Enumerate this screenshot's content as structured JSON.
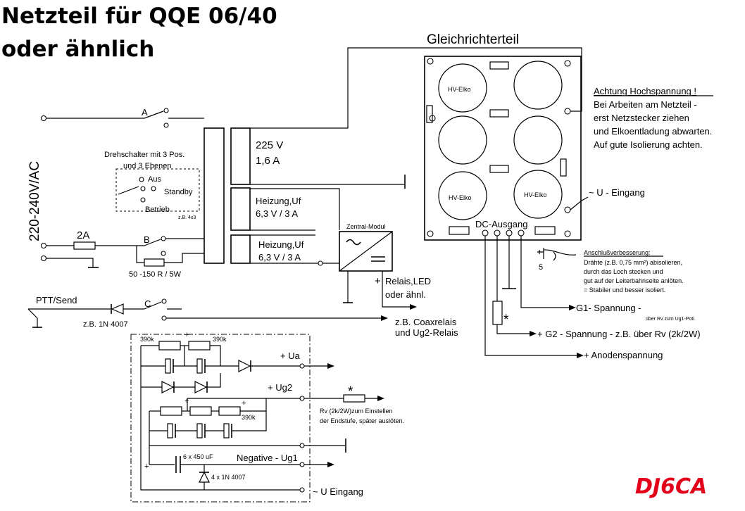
{
  "title_line1": "Netzteil für  QQE 06/40",
  "title_line2": "oder ähnlich",
  "rectifier": {
    "title": "Gleichrichterteil",
    "elko_labels": [
      "HV-Elko",
      "HV-Elko",
      "HV-Elko"
    ],
    "dc_out": "DC-Ausgang"
  },
  "warning": {
    "heading": "Achtung Hochspannung !",
    "lines": [
      "Bei Arbeiten am Netzteil -",
      "erst Netzstecker ziehen",
      "und Elkoentladung abwarten.",
      "Auf gute Isolierung achten."
    ]
  },
  "u_input": "~   U - Eingang",
  "mains": "220-240V/AC",
  "transformer": {
    "hv_voltage": "225 V",
    "hv_current": "1,6 A",
    "heater1_name": "Heizung,Uf",
    "heater1_rating": "6,3 V / 3 A",
    "heater2_name": "Heizung,Uf",
    "heater2_rating": "6,3 V / 3 A"
  },
  "switch": {
    "desc1": "Drehschalter mit 3 Pos.",
    "desc2": "und 3 Ebenen",
    "aus": "Aus",
    "standby": "Standby",
    "betrieb": "Betrieb",
    "example": "z.B. 4x3",
    "label_a": "A",
    "label_b": "B",
    "label_c": "C"
  },
  "fuse": "2A",
  "resistor": "50 -150 R / 5W",
  "zentral": {
    "title": "Zentral-Modul",
    "plus": "+",
    "out1": "Relais,LED",
    "out2": "oder ähnl."
  },
  "ptt": {
    "label": "PTT/Send",
    "diode": "z.B.   1N 4007",
    "out1": "z.B. Coaxrelais",
    "out2": "und Ug2-Relais"
  },
  "connection": {
    "heading": "Anschlußverbesserung:",
    "lines": [
      "Drähte (z.B. 0,75 mm²) abisolieren,",
      "durch das Loch stecken und",
      "gut auf der Leiterbahnseite anlöten.",
      "= Stabiler und besser isoliert."
    ],
    "mark": "5"
  },
  "outputs": {
    "g1": "G1- Spannung -",
    "g1_note": "über Rv zum Ug1-Poti.",
    "g2": "+ G2 - Spannung - z.B. über Rv (2k/2W)",
    "anode": "+  Anodenspannung",
    "star": "*"
  },
  "board": {
    "r1": "390k",
    "r2": "390k",
    "r3": "390k",
    "ua": "+ Ua",
    "ug2": "+ Ug2",
    "plus": "+",
    "cap": "6 x  450 uF",
    "diodes": "4 x  1N 4007",
    "neg": "Negative - Ug1",
    "uin": "~ U Eingang",
    "rv1": "Rv (2k/2W)zum Einstellen",
    "rv2": "der Endstufe, später auslöten.",
    "star": "*"
  },
  "logo": "DJ6CA"
}
